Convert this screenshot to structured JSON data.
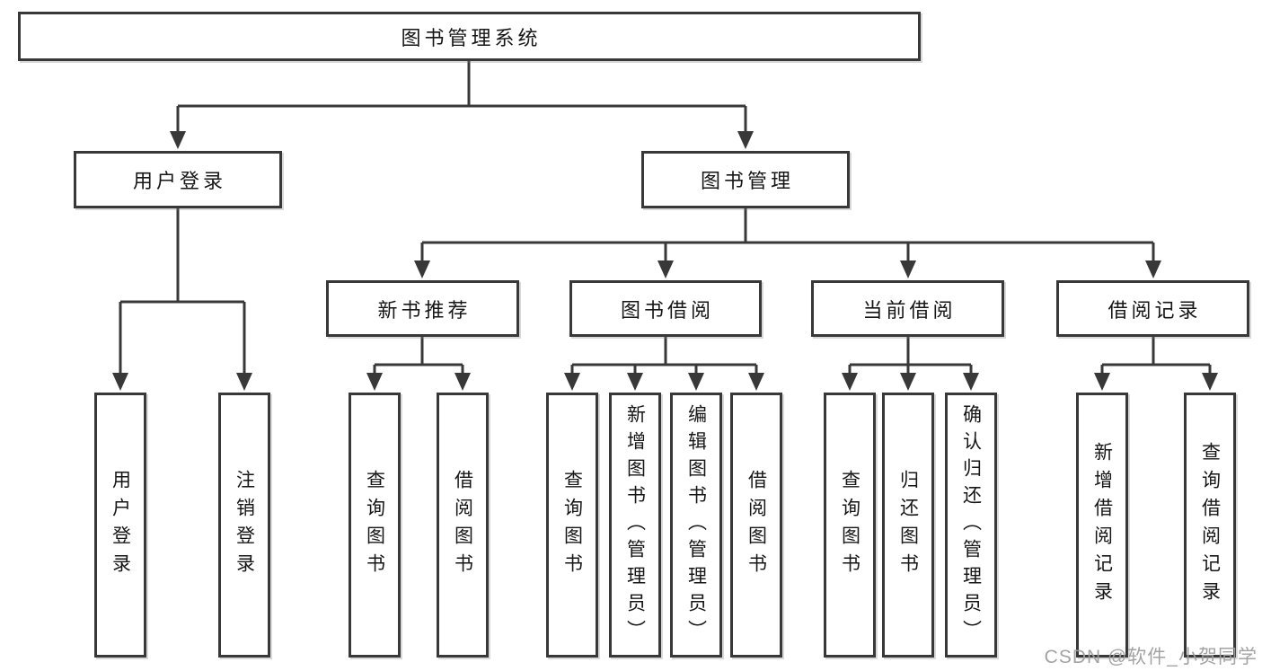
{
  "tree": {
    "root": {
      "label": "图书管理系统",
      "children": [
        {
          "label": "用户登录",
          "children": [
            {
              "label": "用户登录"
            },
            {
              "label": "注销登录"
            }
          ]
        },
        {
          "label": "图书管理",
          "children": [
            {
              "label": "新书推荐",
              "children": [
                {
                  "label": "查询图书"
                },
                {
                  "label": "借阅图书"
                }
              ]
            },
            {
              "label": "图书借阅",
              "children": [
                {
                  "label": "查询图书"
                },
                {
                  "label": "新增图书（管理员）"
                },
                {
                  "label": "编辑图书（管理员）"
                },
                {
                  "label": "借阅图书"
                }
              ]
            },
            {
              "label": "当前借阅",
              "children": [
                {
                  "label": "查询图书"
                },
                {
                  "label": "归还图书"
                },
                {
                  "label": "确认归还（管理员）"
                }
              ]
            },
            {
              "label": "借阅记录",
              "children": [
                {
                  "label": "新增借阅记录"
                },
                {
                  "label": "查询借阅记录"
                }
              ]
            }
          ]
        }
      ]
    }
  },
  "watermark": {
    "text": "CSDN @软件_小贺同学"
  },
  "colors": {
    "line": "#383838",
    "text": "#161616",
    "background": "#ffffff",
    "watermark": "#9e9e9e"
  }
}
